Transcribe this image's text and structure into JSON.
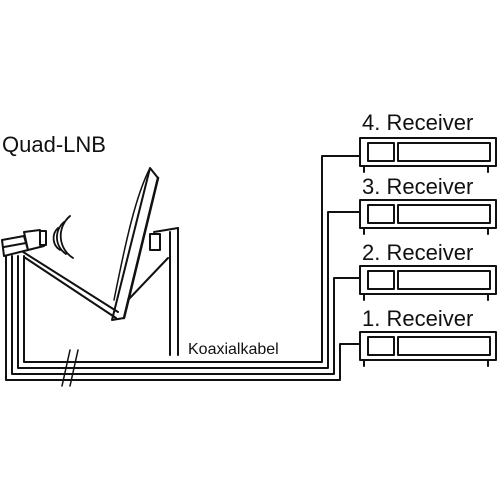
{
  "diagram": {
    "lnb_label": "Quad-LNB",
    "cable_label": "Koaxialkabel",
    "receivers": [
      {
        "label": "4. Receiver"
      },
      {
        "label": "3. Receiver"
      },
      {
        "label": "2. Receiver"
      },
      {
        "label": "1. Receiver"
      }
    ]
  },
  "colors": {
    "line": "#111111",
    "background": "#ffffff"
  }
}
